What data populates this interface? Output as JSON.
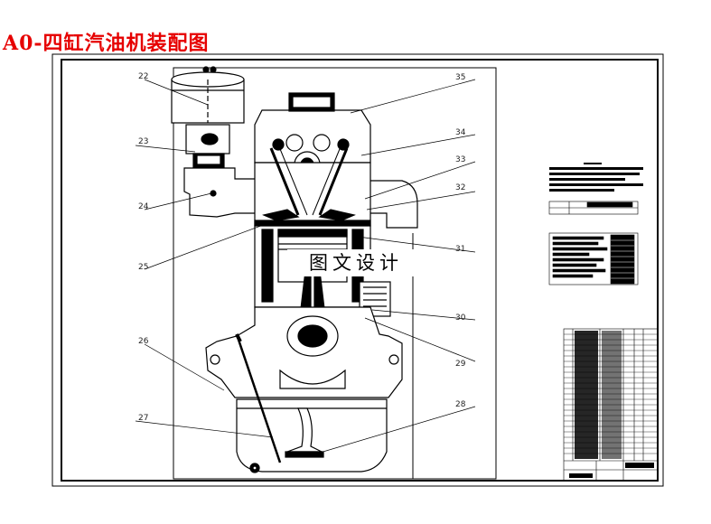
{
  "page": {
    "title": "A0-四缸汽油机装配图"
  },
  "callouts": [
    "22",
    "23",
    "24",
    "25",
    "26",
    "27",
    "28",
    "29",
    "30",
    "31",
    "32",
    "33",
    "34",
    "35"
  ],
  "watermark": "图文设计",
  "colors": {
    "title": "#e60000",
    "line": "#000000"
  }
}
